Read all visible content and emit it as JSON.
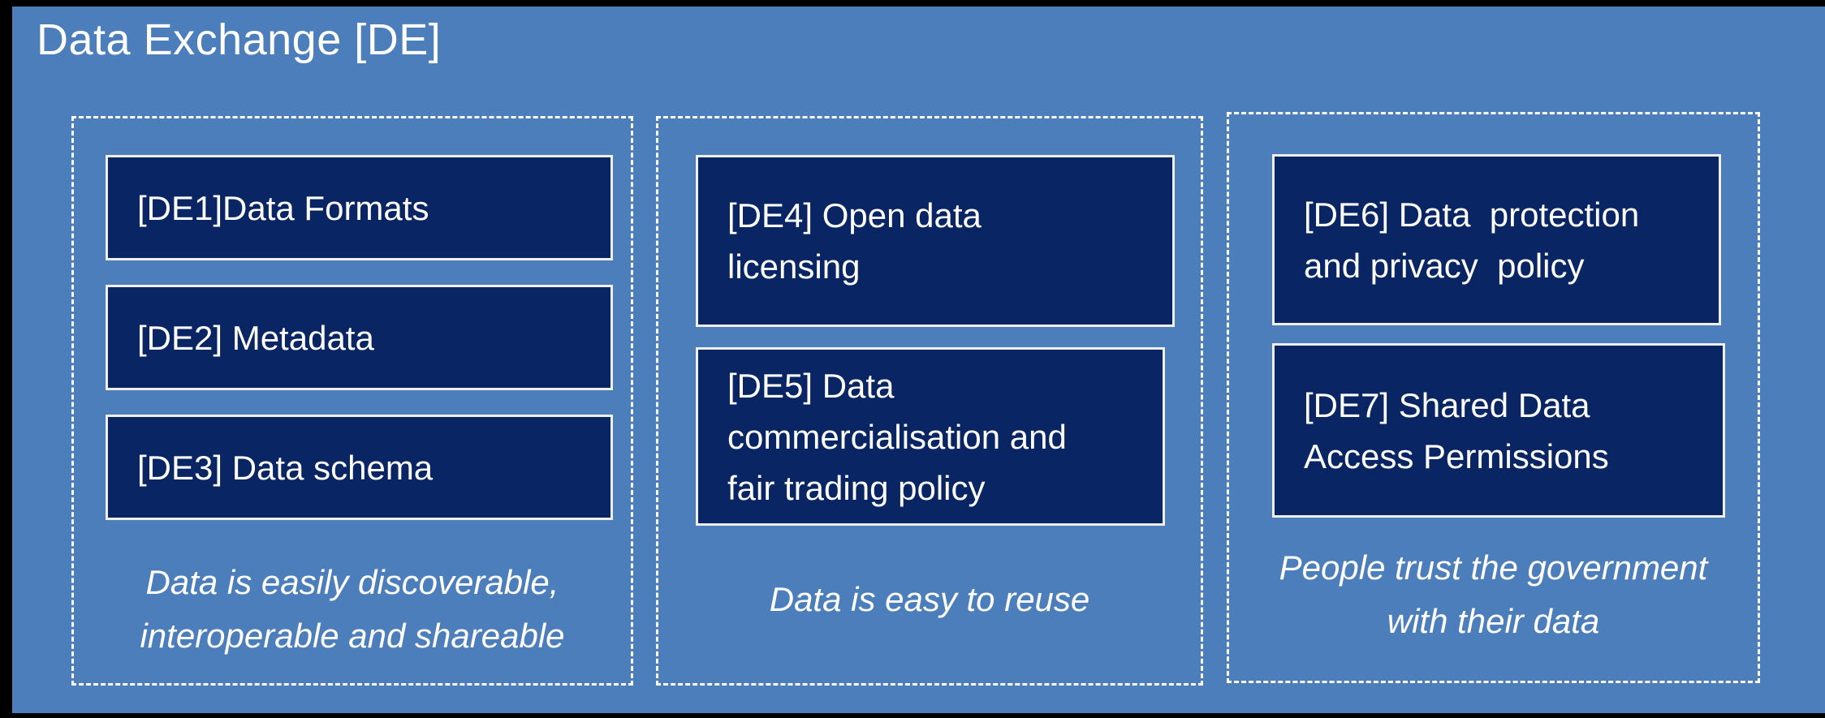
{
  "title": "Data Exchange [DE]",
  "colors": {
    "canvas": "#000000",
    "panel_blue": "#4D7EBC",
    "box_navy": "#0A2563",
    "box_border": "#EFEFEF",
    "dashed_border": "#FFFFFF",
    "text": "#FFFFFF"
  },
  "columns": [
    {
      "boxes": [
        {
          "label": "[DE1]Data Formats"
        },
        {
          "label": "[DE2] Metadata"
        },
        {
          "label": "[DE3] Data schema"
        }
      ],
      "caption": "Data is easily discoverable,\ninteroperable and shareable"
    },
    {
      "boxes": [
        {
          "label": "[DE4] Open data\nlicensing"
        },
        {
          "label": "[DE5] Data\ncommercialisation and\nfair trading policy"
        }
      ],
      "caption": "Data is easy to reuse"
    },
    {
      "boxes": [
        {
          "label": "[DE6] Data  protection\nand privacy  policy"
        },
        {
          "label": "[DE7] Shared Data\nAccess Permissions"
        }
      ],
      "caption": "People trust the government\nwith their data"
    }
  ]
}
